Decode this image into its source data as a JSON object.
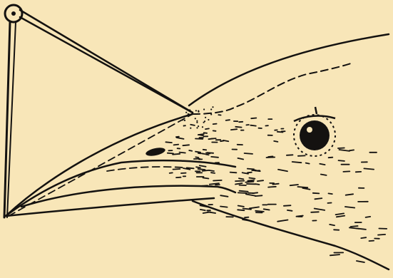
{
  "illustration": {
    "subject": "bird-head-measurement-diagram",
    "colors": {
      "background": "#F8E6B8",
      "ink": "#141210"
    },
    "parts": [
      "measuring-instrument",
      "upper-mandible",
      "lower-mandible",
      "nostril",
      "eye",
      "head-outline",
      "feather-markings"
    ]
  }
}
